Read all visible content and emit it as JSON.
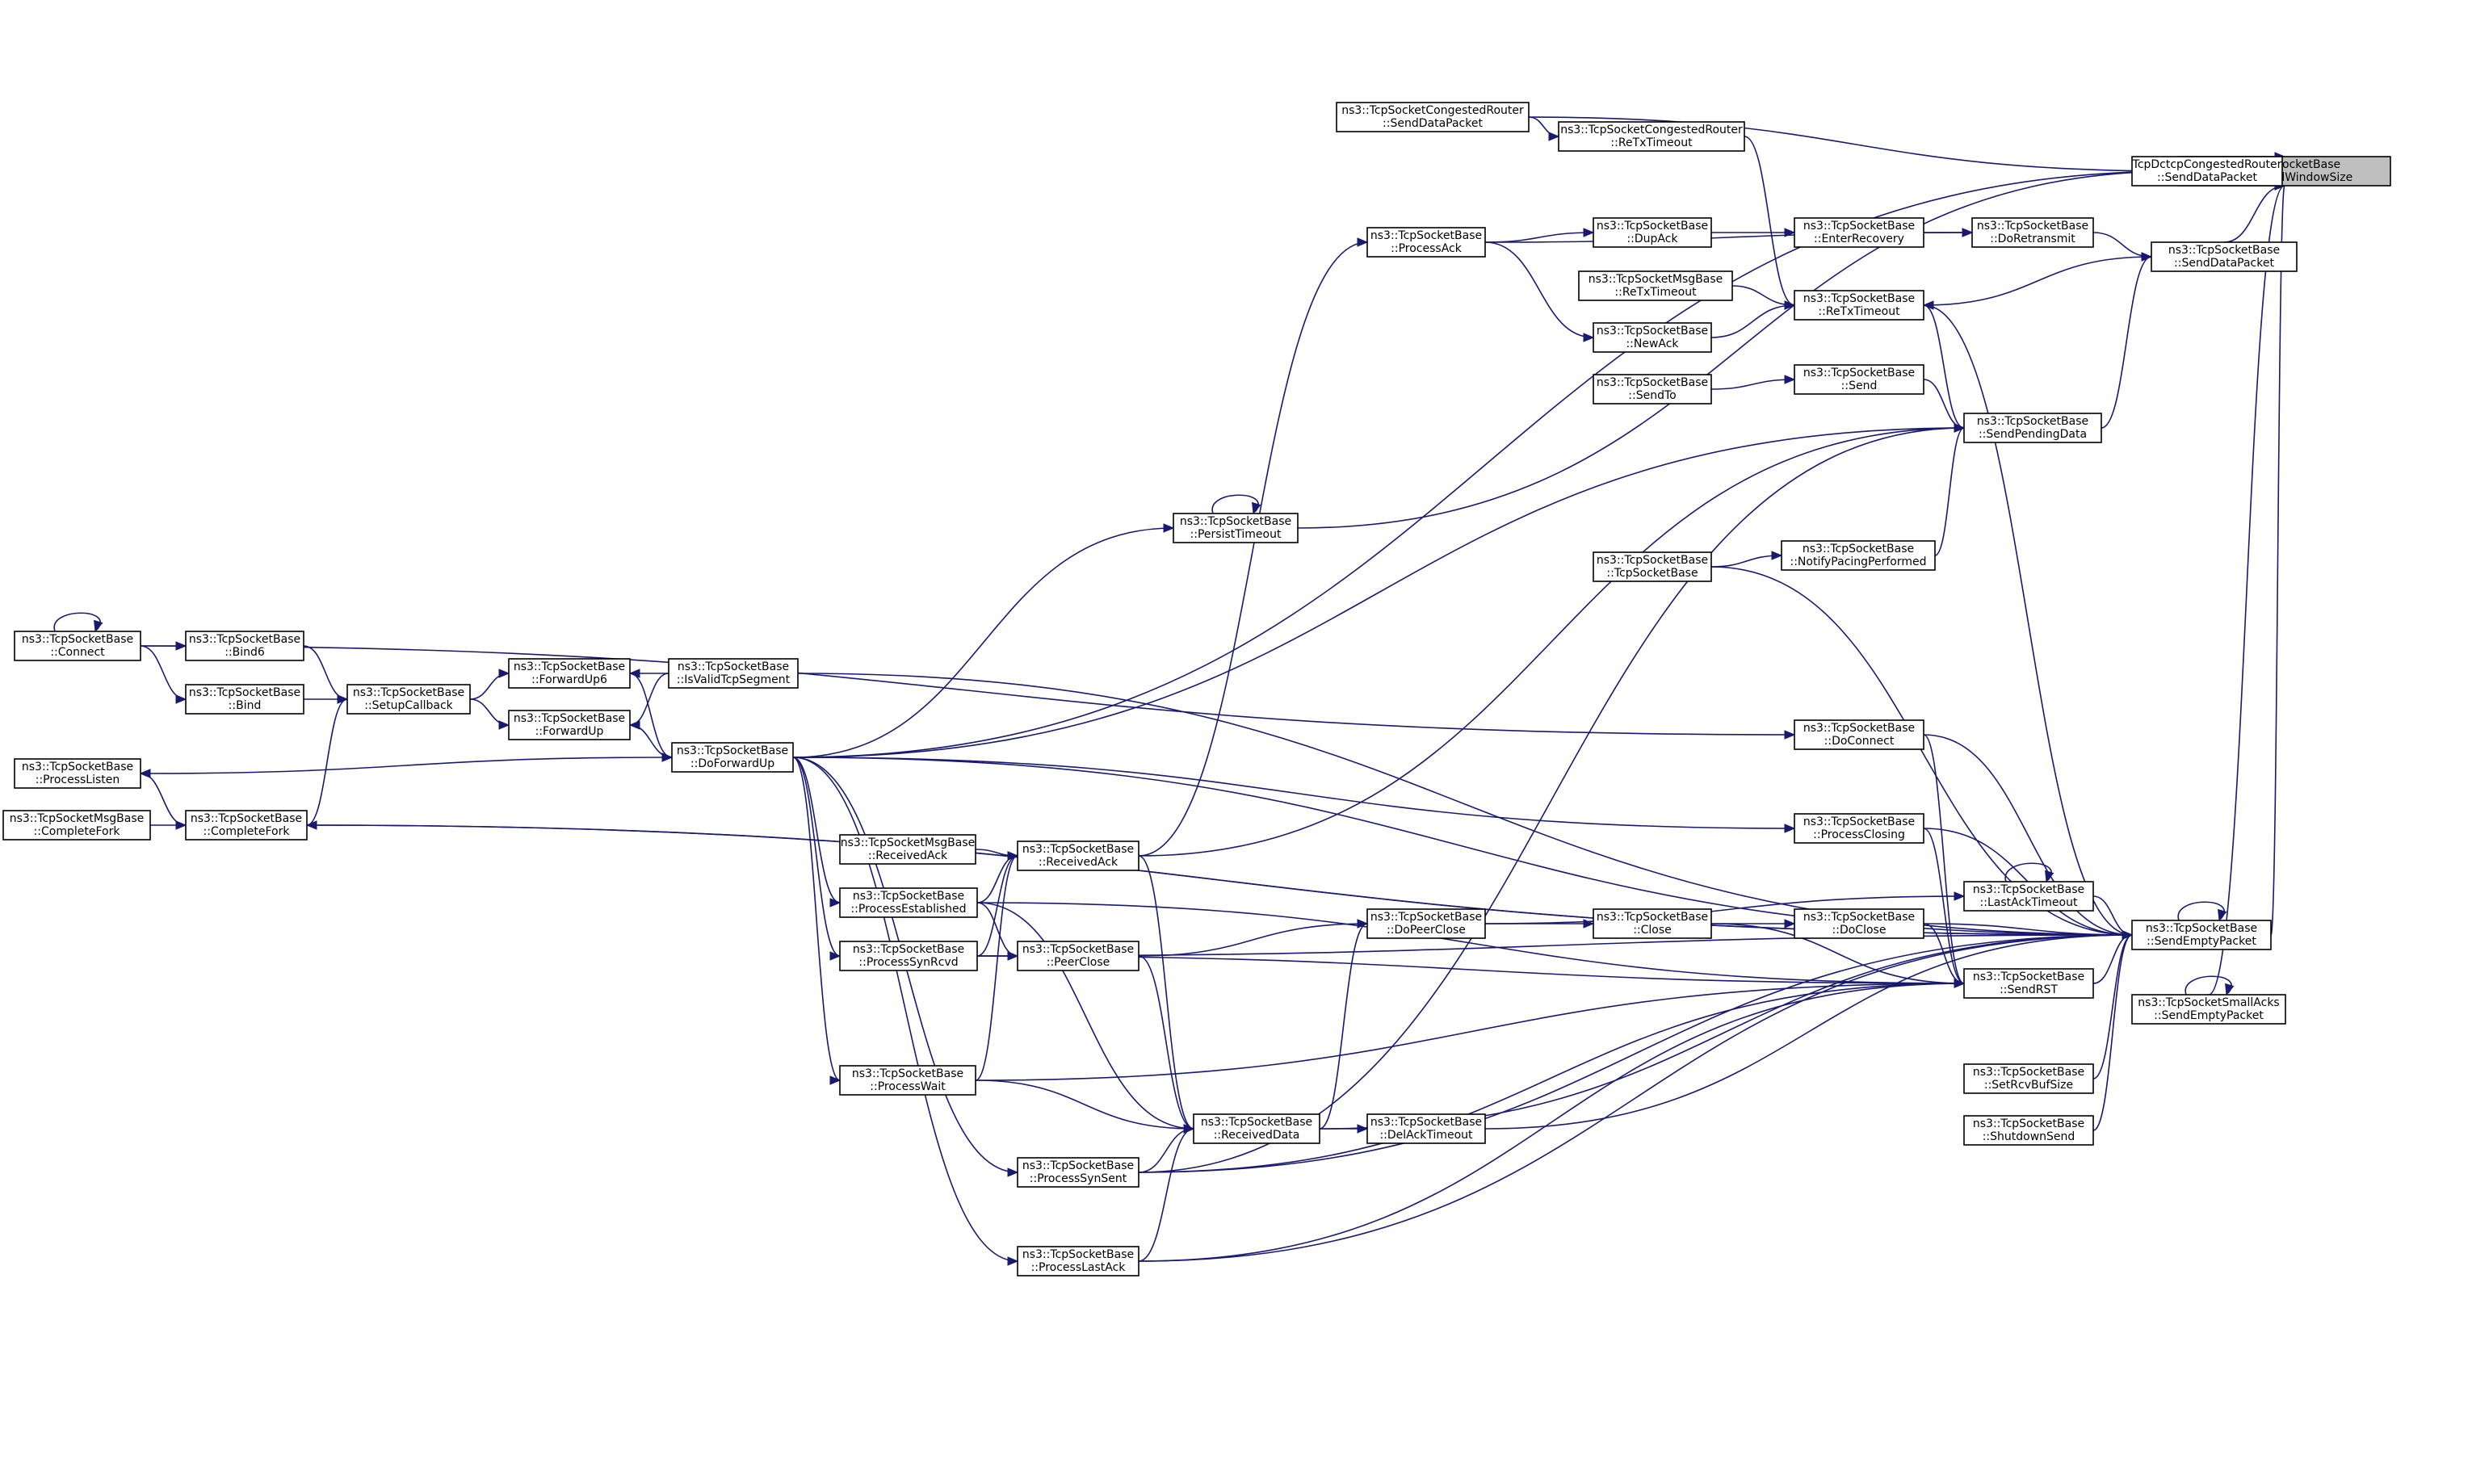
{
  "graph": {
    "type": "call-graph",
    "edge_color": "#191970",
    "target_fill": "#bfbfbf",
    "node_fill": "#ffffff",
    "nodes": [
      {
        "id": "advwin",
        "lines": [
          "ns3::TcpSocketBase",
          "::AdvertisedWindowSize"
        ],
        "target": true
      },
      {
        "id": "dctcp",
        "lines": [
          "TcpDctcpCongestedRouter",
          "::SendDataPacket"
        ]
      },
      {
        "id": "congSend",
        "lines": [
          "ns3::TcpSocketCongestedRouter",
          "::SendDataPacket"
        ]
      },
      {
        "id": "congRetx",
        "lines": [
          "ns3::TcpSocketCongestedRouter",
          "::ReTxTimeout"
        ]
      },
      {
        "id": "sendData",
        "lines": [
          "ns3::TcpSocketBase",
          "::SendDataPacket"
        ]
      },
      {
        "id": "doRetransmit",
        "lines": [
          "ns3::TcpSocketBase",
          "::DoRetransmit"
        ]
      },
      {
        "id": "enterRecovery",
        "lines": [
          "ns3::TcpSocketBase",
          "::EnterRecovery"
        ]
      },
      {
        "id": "dupAck",
        "lines": [
          "ns3::TcpSocketBase",
          "::DupAck"
        ]
      },
      {
        "id": "processAck",
        "lines": [
          "ns3::TcpSocketBase",
          "::ProcessAck"
        ]
      },
      {
        "id": "msgRetx",
        "lines": [
          "ns3::TcpSocketMsgBase",
          "::ReTxTimeout"
        ]
      },
      {
        "id": "retx",
        "lines": [
          "ns3::TcpSocketBase",
          "::ReTxTimeout"
        ]
      },
      {
        "id": "newAck",
        "lines": [
          "ns3::TcpSocketBase",
          "::NewAck"
        ]
      },
      {
        "id": "sendTo",
        "lines": [
          "ns3::TcpSocketBase",
          "::SendTo"
        ]
      },
      {
        "id": "send",
        "lines": [
          "ns3::TcpSocketBase",
          "::Send"
        ]
      },
      {
        "id": "sendPending",
        "lines": [
          "ns3::TcpSocketBase",
          "::SendPendingData"
        ]
      },
      {
        "id": "persist",
        "lines": [
          "ns3::TcpSocketBase",
          "::PersistTimeout"
        ]
      },
      {
        "id": "tsb",
        "lines": [
          "ns3::TcpSocketBase",
          "::TcpSocketBase"
        ]
      },
      {
        "id": "pacing",
        "lines": [
          "ns3::TcpSocketBase",
          "::NotifyPacingPerformed"
        ]
      },
      {
        "id": "connect",
        "lines": [
          "ns3::TcpSocketBase",
          "::Connect"
        ]
      },
      {
        "id": "bind6",
        "lines": [
          "ns3::TcpSocketBase",
          "::Bind6"
        ]
      },
      {
        "id": "bind",
        "lines": [
          "ns3::TcpSocketBase",
          "::Bind"
        ]
      },
      {
        "id": "setupCb",
        "lines": [
          "ns3::TcpSocketBase",
          "::SetupCallback"
        ]
      },
      {
        "id": "fwdUp6",
        "lines": [
          "ns3::TcpSocketBase",
          "::ForwardUp6"
        ]
      },
      {
        "id": "fwdUp",
        "lines": [
          "ns3::TcpSocketBase",
          "::ForwardUp"
        ]
      },
      {
        "id": "isValid",
        "lines": [
          "ns3::TcpSocketBase",
          "::IsValidTcpSegment"
        ]
      },
      {
        "id": "doFwdUp",
        "lines": [
          "ns3::TcpSocketBase",
          "::DoForwardUp"
        ]
      },
      {
        "id": "procListen",
        "lines": [
          "ns3::TcpSocketBase",
          "::ProcessListen"
        ]
      },
      {
        "id": "msgFork",
        "lines": [
          "ns3::TcpSocketMsgBase",
          "::CompleteFork"
        ]
      },
      {
        "id": "fork",
        "lines": [
          "ns3::TcpSocketBase",
          "::CompleteFork"
        ]
      },
      {
        "id": "doConnect",
        "lines": [
          "ns3::TcpSocketBase",
          "::DoConnect"
        ]
      },
      {
        "id": "msgRcvAck",
        "lines": [
          "ns3::TcpSocketMsgBase",
          "::ReceivedAck"
        ]
      },
      {
        "id": "rcvAck",
        "lines": [
          "ns3::TcpSocketBase",
          "::ReceivedAck"
        ]
      },
      {
        "id": "procClosing",
        "lines": [
          "ns3::TcpSocketBase",
          "::ProcessClosing"
        ]
      },
      {
        "id": "procEst",
        "lines": [
          "ns3::TcpSocketBase",
          "::ProcessEstablished"
        ]
      },
      {
        "id": "lastAckTo",
        "lines": [
          "ns3::TcpSocketBase",
          "::LastAckTimeout"
        ]
      },
      {
        "id": "doPeerClose",
        "lines": [
          "ns3::TcpSocketBase",
          "::DoPeerClose"
        ]
      },
      {
        "id": "close",
        "lines": [
          "ns3::TcpSocketBase",
          "::Close"
        ]
      },
      {
        "id": "doClose",
        "lines": [
          "ns3::TcpSocketBase",
          "::DoClose"
        ]
      },
      {
        "id": "sendEmpty",
        "lines": [
          "ns3::TcpSocketBase",
          "::SendEmptyPacket"
        ]
      },
      {
        "id": "procSynRcvd",
        "lines": [
          "ns3::TcpSocketBase",
          "::ProcessSynRcvd"
        ]
      },
      {
        "id": "peerClose",
        "lines": [
          "ns3::TcpSocketBase",
          "::PeerClose"
        ]
      },
      {
        "id": "sendRst",
        "lines": [
          "ns3::TcpSocketBase",
          "::SendRST"
        ]
      },
      {
        "id": "smallAcks",
        "lines": [
          "ns3::TcpSocketSmallAcks",
          "::SendEmptyPacket"
        ]
      },
      {
        "id": "procWait",
        "lines": [
          "ns3::TcpSocketBase",
          "::ProcessWait"
        ]
      },
      {
        "id": "setRcvBuf",
        "lines": [
          "ns3::TcpSocketBase",
          "::SetRcvBufSize"
        ]
      },
      {
        "id": "rcvData",
        "lines": [
          "ns3::TcpSocketBase",
          "::ReceivedData"
        ]
      },
      {
        "id": "delAck",
        "lines": [
          "ns3::TcpSocketBase",
          "::DelAckTimeout"
        ]
      },
      {
        "id": "shutdown",
        "lines": [
          "ns3::TcpSocketBase",
          "::ShutdownSend"
        ]
      },
      {
        "id": "procSynSent",
        "lines": [
          "ns3::TcpSocketBase",
          "::ProcessSynSent"
        ]
      },
      {
        "id": "procLastAck",
        "lines": [
          "ns3::TcpSocketBase",
          "::ProcessLastAck"
        ]
      }
    ]
  }
}
